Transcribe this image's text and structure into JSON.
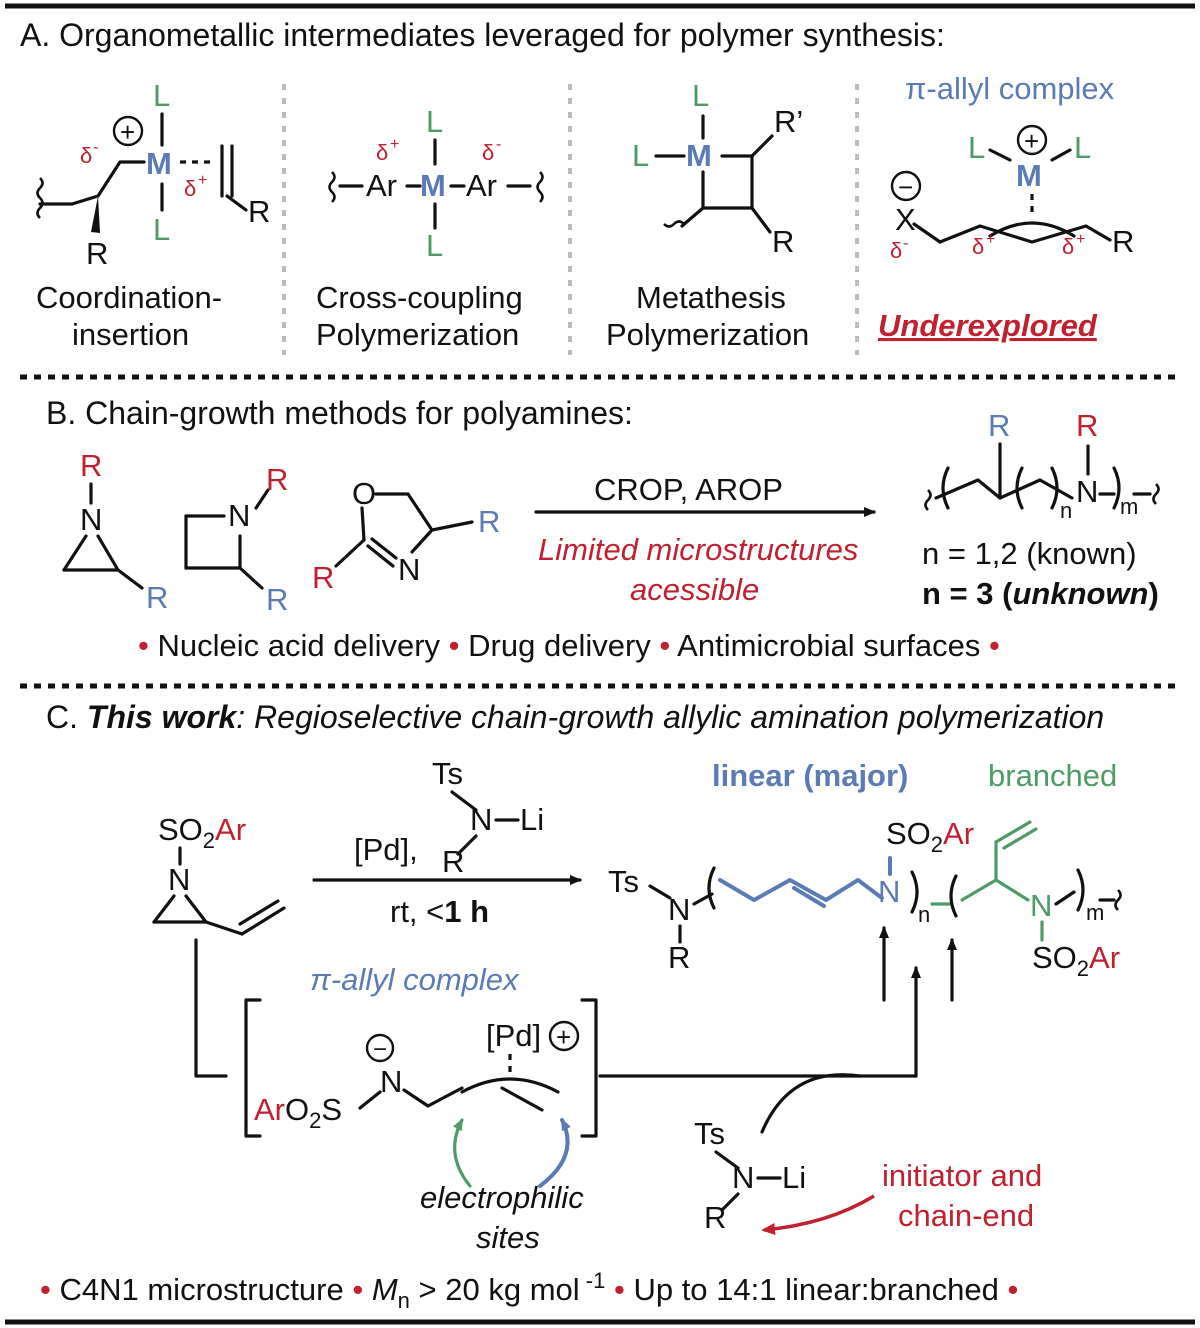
{
  "colors": {
    "red": "#c0202f",
    "blue": "#5b7bb5",
    "green": "#4d9b66"
  },
  "section_a": {
    "heading": "A. Organometallic intermediates leveraged for polymer synthesis:",
    "ligand": "L",
    "metal": "M",
    "plus": "+",
    "minus": "−",
    "delta_minus": "δ",
    "delta_plus": "δ",
    "sup_minus": "-",
    "sup_plus": "+",
    "r": "R",
    "r_prime": "R’",
    "ar": "Ar",
    "x": "X",
    "coord_line1": "Coordination-",
    "coord_line2": "insertion",
    "cross_line1": "Cross-coupling",
    "cross_line2": "Polymerization",
    "meta_line1": "Metathesis",
    "meta_line2": "Polymerization",
    "pi_allyl_label": "π-allyl complex",
    "underexplored": "Underexplored"
  },
  "section_b": {
    "heading": "B. Chain-growth methods for polyamines:",
    "r": "R",
    "n_atom": "N",
    "o_atom": "O",
    "arrow_label": "CROP, AROP",
    "limited_line1": "Limited microstructures",
    "limited_line2": "acessible",
    "sub_n": "n",
    "sub_m": "m",
    "known": "n = 1,2 (known)",
    "unknown_prefix": "n = 3 (",
    "unknown_word": "unknown",
    "unknown_suffix": ")",
    "apps": [
      "Nucleic acid delivery",
      "Drug delivery",
      "Antimicrobial surfaces"
    ],
    "bullet": "•"
  },
  "section_c": {
    "heading_prefix": "C. ",
    "heading_bold": "This work",
    "heading_rest": ": Regioselective chain-growth allylic amination polymerization",
    "so2ar_so": "SO",
    "so2ar_2": "2",
    "so2ar_ar": "Ar",
    "n_atom": "N",
    "ts": "Ts",
    "li": "Li",
    "r": "R",
    "pd": "[Pd],",
    "conditions_prefix": "rt, <",
    "conditions_bold": "1 h",
    "linear_label": "linear (major)",
    "branched_label": "branched",
    "sub_n": "n",
    "sub_m": "m",
    "pi_allyl_label": "π-allyl complex",
    "pd_cation": "[Pd]",
    "plus": "+",
    "minus": "−",
    "aro2s_ar": "Ar",
    "aro2s_o": "O",
    "aro2s_2": "2",
    "aro2s_s": "S",
    "electrophilic_line1": "electrophilic",
    "electrophilic_line2": "sites",
    "initiator_line1": "initiator and",
    "initiator_line2": "chain-end",
    "bullet": "•",
    "footer_1": "C4N1 microstructure",
    "footer_mn_m": "M",
    "footer_mn_n": "n",
    "footer_mn_value": " > 20 kg mol",
    "footer_mn_exp": " -1",
    "footer_3": "Up to 14:1 linear:branched"
  }
}
